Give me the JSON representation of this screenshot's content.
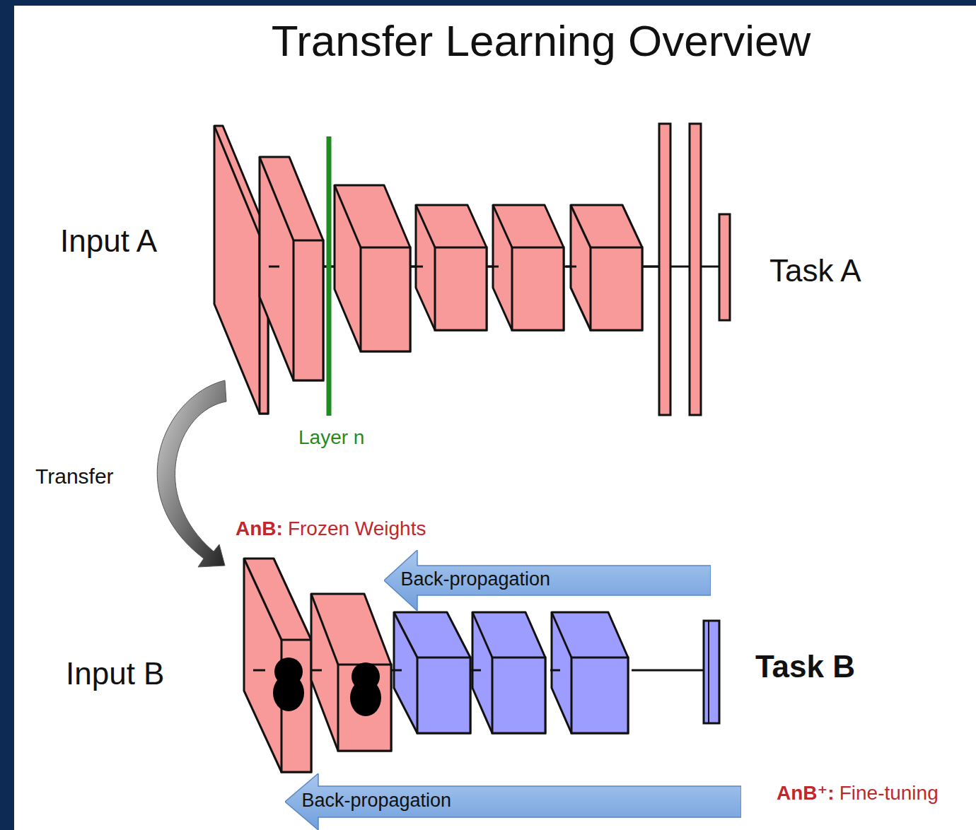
{
  "diagram": {
    "title": "Transfer Learning Overview",
    "nodes": [
      {
        "text": [
          "Back-propagation"
        ]
      },
      {
        "text": [
          "Back-propagation"
        ]
      }
    ],
    "labels": [
      "Input A",
      "Layer n",
      "Task A",
      "Transfer",
      "AnB:",
      "Frozen Weights",
      "Input B",
      "Task B",
      "AnB⁺:",
      "Fine-tuning"
    ]
  }
}
